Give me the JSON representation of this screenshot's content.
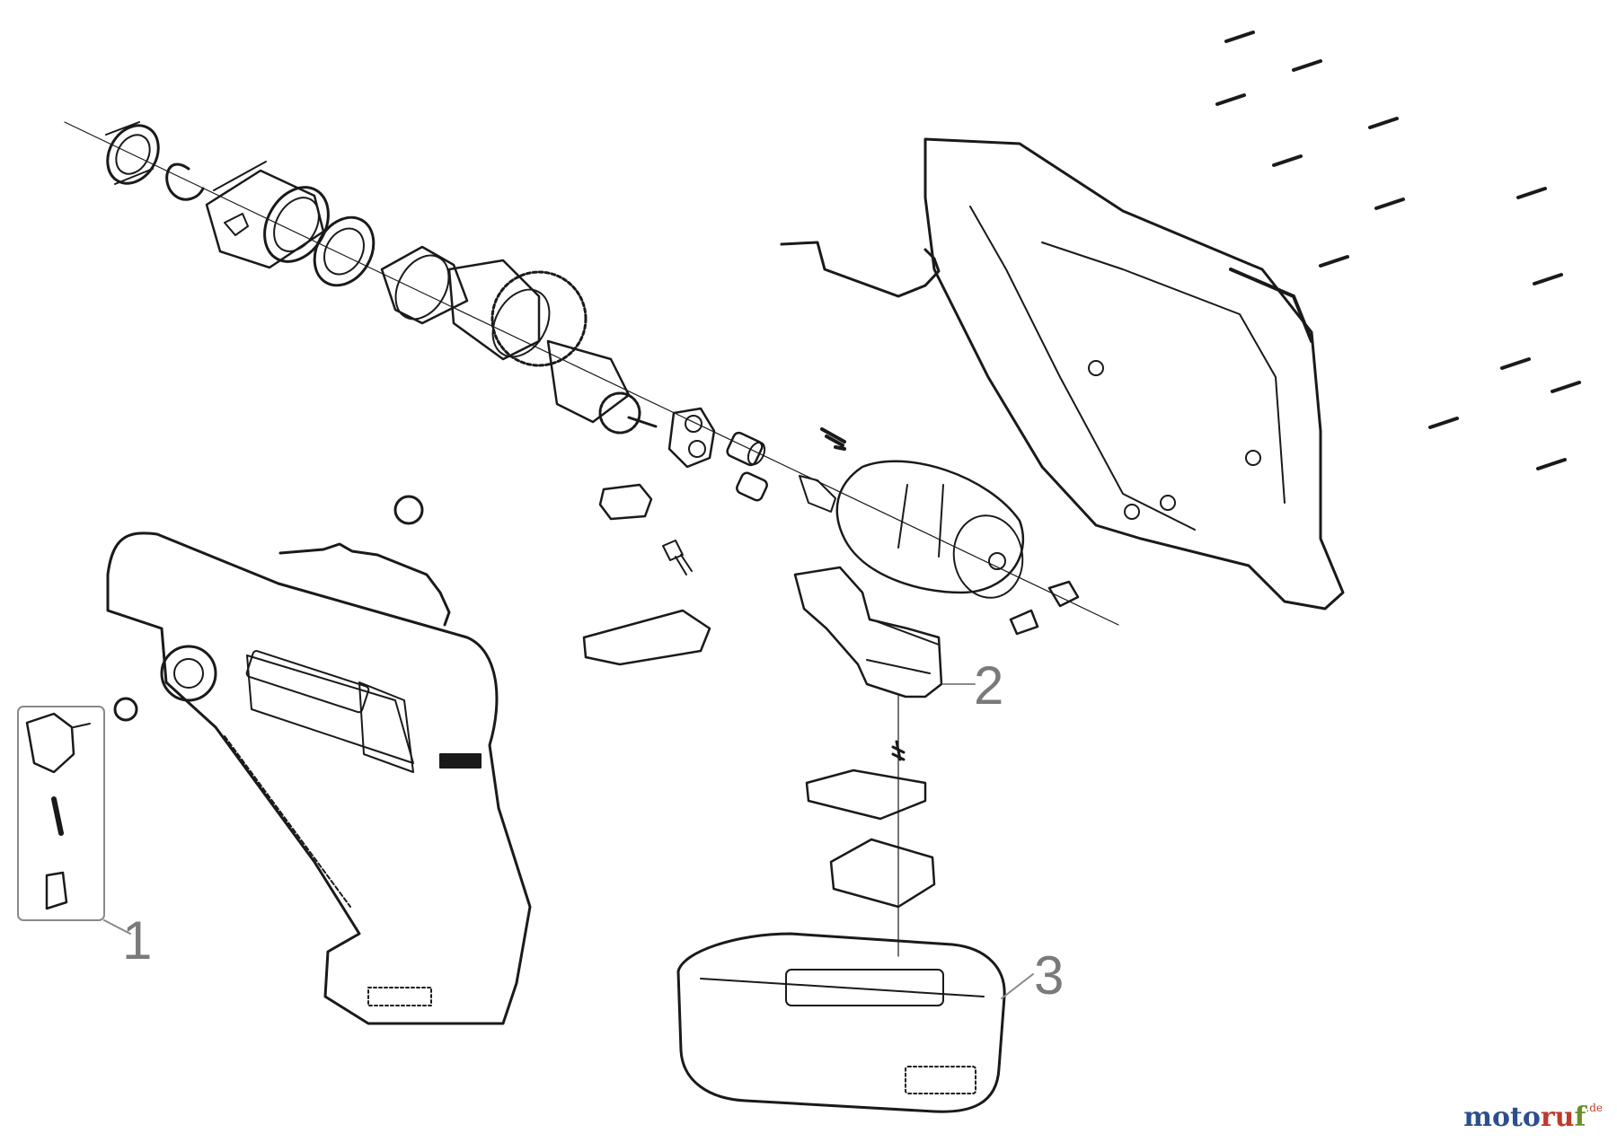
{
  "callouts": [
    {
      "number": "1",
      "part": "switch-assembly"
    },
    {
      "number": "2",
      "part": "trigger-switch"
    },
    {
      "number": "3",
      "part": "battery-pack"
    }
  ],
  "watermark": {
    "part_a": "moto",
    "part_b": "ru",
    "part_c": "f",
    "tld": ".de"
  },
  "colors": {
    "line": "#1a1a1a",
    "callout_text": "#7a7a7a",
    "callout_line": "#8a8a8a",
    "background": "#ffffff"
  },
  "icons": [
    "screw-icon",
    "gear-icon",
    "motor-icon",
    "battery-icon",
    "housing-icon",
    "trigger-switch-icon"
  ]
}
